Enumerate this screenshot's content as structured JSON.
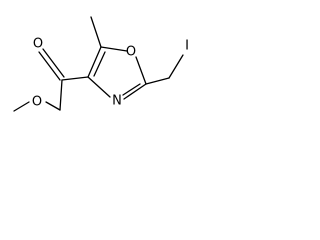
{
  "molecule": {
    "atoms": {
      "carbonyl_oxygen": "O",
      "ester_oxygen": "O",
      "ring_oxygen": "O",
      "ring_nitrogen": "N",
      "iodine": "I"
    },
    "colors": {
      "bond": "#000000",
      "label": "#000000",
      "background": "#ffffff"
    }
  }
}
